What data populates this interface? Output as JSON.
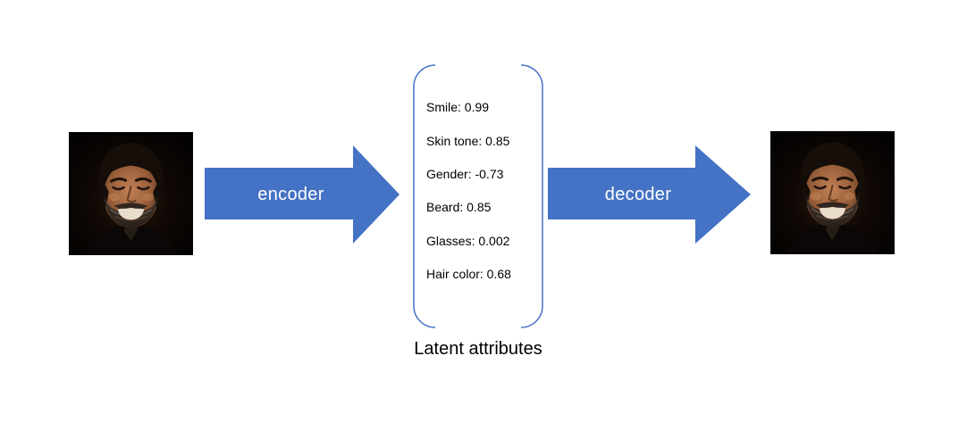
{
  "diagram": {
    "caption": "Latent attributes",
    "encoder": {
      "label": "encoder"
    },
    "decoder": {
      "label": "decoder"
    },
    "latent": {
      "items": [
        "Smile: 0.99",
        "Skin tone: 0.85",
        "Gender: -0.73",
        "Beard: 0.85",
        "Glasses: 0.002",
        "Hair color: 0.68"
      ]
    },
    "images": {
      "input": "smiling-bearded-man-portrait",
      "output": "smiling-bearded-man-portrait"
    },
    "colors": {
      "arrow_fill": "#4472C4",
      "arrow_text": "#FFFFFF",
      "bracket_stroke": "#4472C4",
      "caption_text": "#000000",
      "background": "#FFFFFF"
    }
  }
}
